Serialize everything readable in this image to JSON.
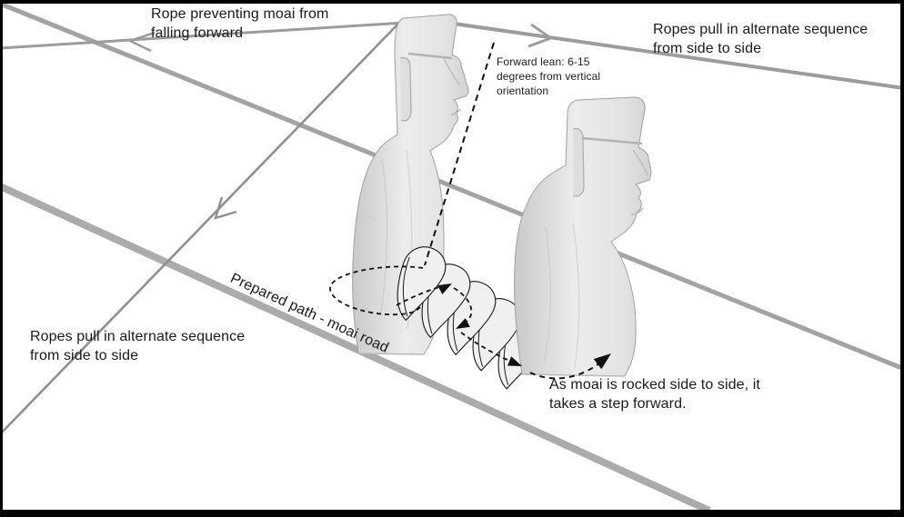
{
  "figure": {
    "type": "diagram",
    "subject": "Walking moai: how Easter Island statues were moved upright with ropes along a prepared road",
    "background": "#ffffff",
    "border_color": "#000000"
  },
  "labels": {
    "rope_preventing": "Rope preventing moai from falling forward",
    "ropes_pull_right": "Ropes pull in alternate sequence from side to side",
    "ropes_pull_left": "Ropes pull in alternate sequence from side to side",
    "forward_lean": "Forward lean: 6-15 degrees from vertical orientation",
    "prepared_path": "Prepared path - moai road",
    "step_forward": "As moai is rocked side to side, it takes a step forward."
  },
  "icons": {
    "rope_arrow_left": "open chevron arrow pointing left on rear restraint rope",
    "rope_arrow_down_left": "open chevron arrow pointing down-left on left pulling rope",
    "rope_arrow_right": "open chevron arrow pointing right on right pulling rope",
    "step_arrows": "filled black arrowheads along dashed stepping path",
    "rocking_arrow": "filled black arrowhead on dashed rocking arc"
  },
  "colors": {
    "rope": "#9c9c9c",
    "road_edge": "#a9a9a9",
    "annotation_line": "#111111",
    "text": "#1a1a1a",
    "moai_light": "#eeeeee",
    "moai_mid": "#d5d5d5",
    "moai_dark": "#c3c3c3",
    "footprint_fill": "#f0f0f0",
    "border": "#000000"
  }
}
